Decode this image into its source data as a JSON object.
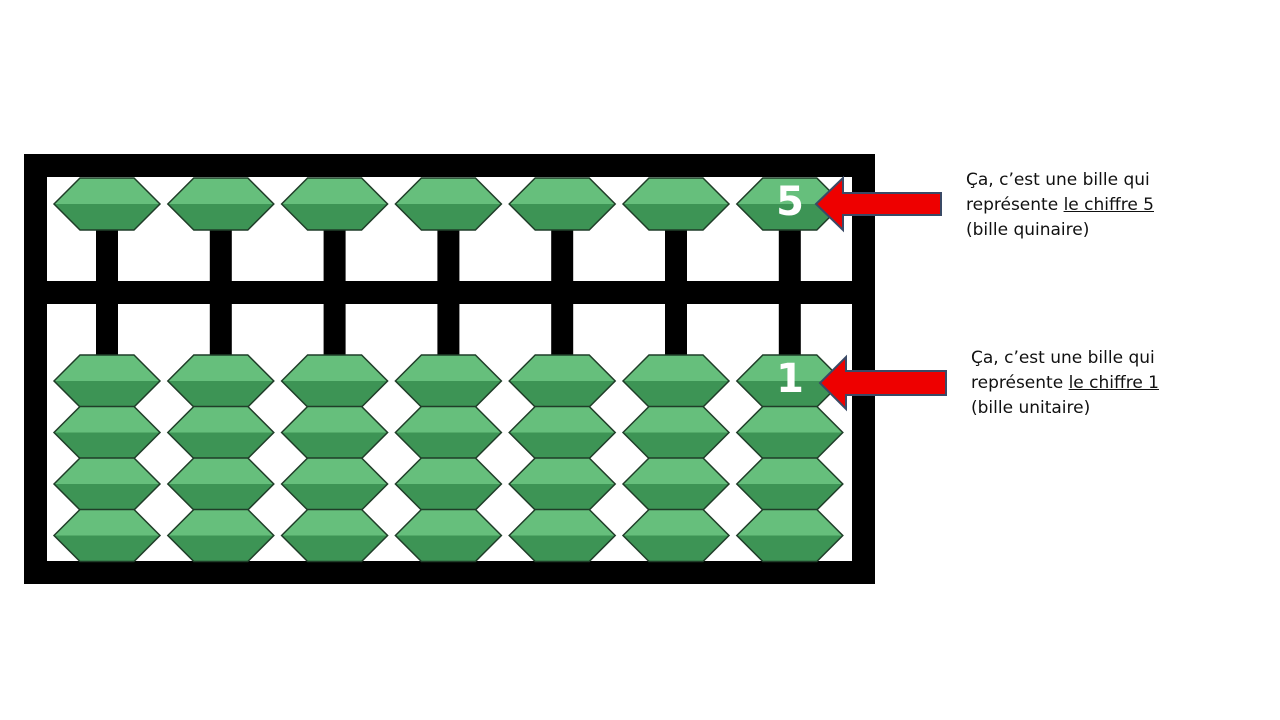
{
  "abacus": {
    "rod_count": 7,
    "upper_beads_per_rod": 1,
    "lower_beads_per_rod": 4,
    "colors": {
      "frame": "#000000",
      "bead_light": "#66bf7c",
      "bead_dark": "#3d9455",
      "bead_outline": "#1f3d28",
      "label_text": "#ffffff"
    },
    "bead_labels": {
      "upper": "5",
      "lower": "1"
    }
  },
  "annotations": {
    "quinaire": {
      "line1": "Ça, c’est une bille qui",
      "line2_prefix": "représente ",
      "line2_underlined": "le chiffre 5",
      "line3": "(bille quinaire)"
    },
    "unitaire": {
      "line1": "Ça, c’est une bille qui",
      "line2_prefix": "représente ",
      "line2_underlined": "le chiffre 1",
      "line3": "(bille unitaire)"
    }
  },
  "arrows": {
    "color": "#ee0000",
    "outline": "#3a4a66",
    "direction": "left"
  }
}
